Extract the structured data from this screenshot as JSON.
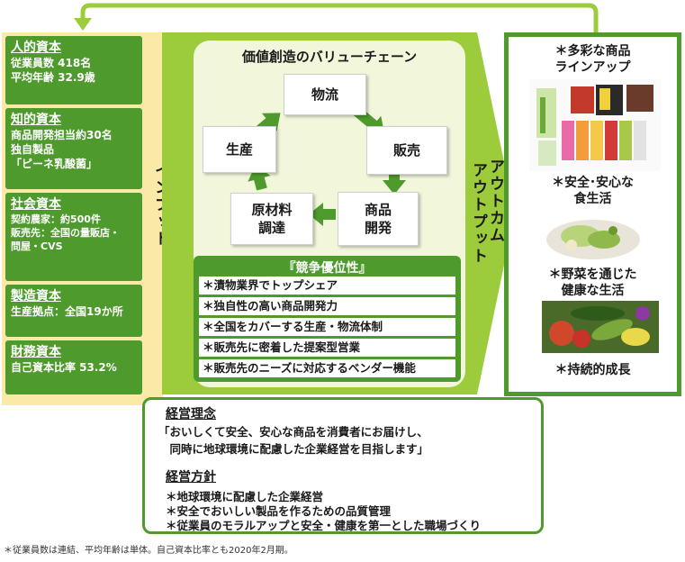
{
  "capitals": [
    {
      "heading": "人的資本",
      "lines": [
        "従業員数 418名",
        "平均年齢 32.9歳"
      ]
    },
    {
      "heading": "知的資本",
      "lines": [
        "商品開発担当約30名",
        "独自製品",
        "「ピーネ乳酸菌」"
      ]
    },
    {
      "heading": "社会資本",
      "lines": [
        "契約農家：約500件",
        "販売先：全国の量販店・",
        "問屋・CVS"
      ]
    },
    {
      "heading": "製造資本",
      "lines": [
        "生産拠点：全国19か所"
      ]
    },
    {
      "heading": "財務資本",
      "lines": [
        "自己資本比率 53.2%"
      ]
    }
  ],
  "input_label": "インプット",
  "output_label": "アウトプット",
  "outcome_label": "アウトカム",
  "value_chain": {
    "title": "価値創造のバリューチェーン",
    "nodes": {
      "distribution": "物流",
      "sales": "販売",
      "development": "商品\n開発",
      "procurement": "原材料\n調達",
      "production": "生産"
    }
  },
  "advantage": {
    "title": "『競争優位性』",
    "items": [
      "＊漬物業界でトップシェア",
      "＊独自性の高い商品開発力",
      "＊全国をカバーする生産・物流体制",
      "＊販売先に密着した提案型営業",
      "＊販売先のニーズに対応するベンダー機能"
    ]
  },
  "outcomes": [
    "＊多彩な商品\nラインアップ",
    "＊安全･安心な\n食生活",
    "＊野菜を通じた\n健康な生活",
    "＊持続的成長"
  ],
  "philosophy": {
    "heading": "経営理念",
    "lines": [
      "「おいしくて安全、安心な商品を消費者にお届けし、",
      "　同時に地球環境に配慮した企業経営を目指します」"
    ]
  },
  "policy": {
    "heading": "経営方針",
    "items": [
      "＊地球環境に配慮した企業経営",
      "＊安全でおいしい製品を作るための品質管理",
      "＊従業員のモラルアップと安全・健康を第一とした職場づくり"
    ]
  },
  "footnote": "＊従業員数は連結、平均年齢は単体。自己資本比率とも2020年2月期。",
  "colors": {
    "green": "#4e9a2c",
    "light_green": "#9ccc3c",
    "yellow": "#fbe9a8"
  }
}
